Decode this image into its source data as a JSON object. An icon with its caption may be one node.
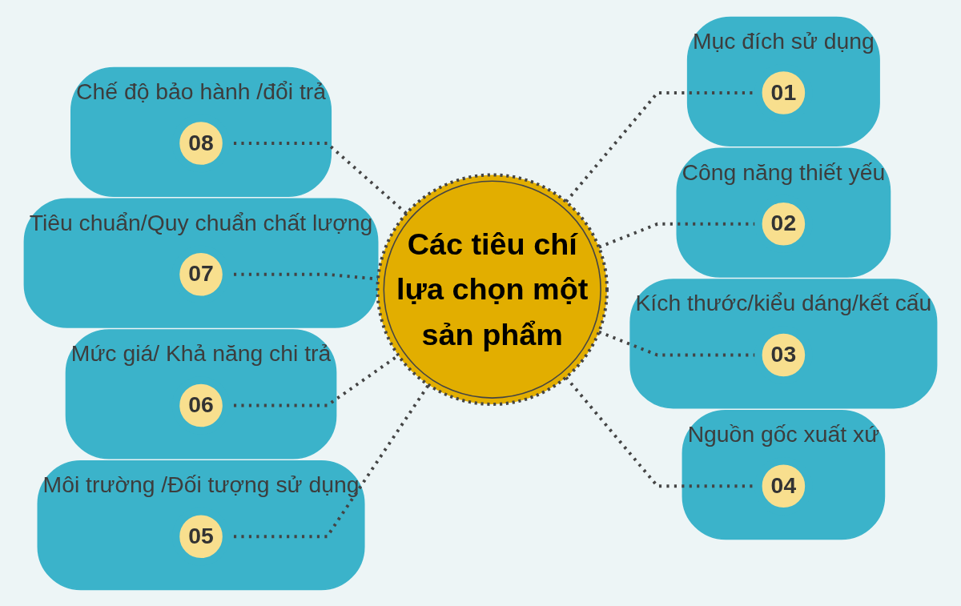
{
  "diagram": {
    "nodes": [
      {
        "text": [
          "Các tiêu chí lựa chọn một sản phẩm"
        ]
      },
      {
        "text": [
          "Mục đích sử dụng"
        ]
      },
      {
        "text": [
          "01"
        ],
        "in": 1
      },
      {
        "text": [
          "Công năng thiết yếu"
        ]
      },
      {
        "text": [
          "02"
        ],
        "in": 3
      },
      {
        "text": [
          "Kích thước/kiểu dáng/kết cấu"
        ]
      },
      {
        "text": [
          "03"
        ],
        "in": 5
      },
      {
        "text": [
          "Nguồn gốc xuất xứ"
        ]
      },
      {
        "text": [
          "04"
        ],
        "in": 7
      },
      {
        "text": [
          "Môi trường /Đối tượng sử dụng"
        ]
      },
      {
        "text": [
          "05"
        ],
        "in": 9
      },
      {
        "text": [
          "Mức giá/ Khả năng chi trả"
        ]
      },
      {
        "text": [
          "06"
        ],
        "in": 11
      },
      {
        "text": [
          "Tiêu chuẩn/Quy chuẩn chất lượng"
        ]
      },
      {
        "text": [
          "07"
        ],
        "in": 13
      },
      {
        "text": [
          "Chế độ bảo hành /đổi trả"
        ]
      },
      {
        "text": [
          "08"
        ],
        "in": 15
      }
    ],
    "edges": [
      {
        "from": 0,
        "to": 2,
        "arrow": "none",
        "style": "dashed"
      },
      {
        "from": 0,
        "to": 4,
        "arrow": "none",
        "style": "dashed"
      },
      {
        "from": 0,
        "to": 6,
        "arrow": "none",
        "style": "dashed"
      },
      {
        "from": 0,
        "to": 8,
        "arrow": "none",
        "style": "dashed"
      },
      {
        "from": 16,
        "to": 0,
        "arrow": "none",
        "style": "dashed"
      },
      {
        "from": 14,
        "to": 0,
        "arrow": "none",
        "style": "dashed"
      },
      {
        "from": 12,
        "to": 0,
        "arrow": "none",
        "style": "dashed"
      },
      {
        "from": 10,
        "to": 0,
        "arrow": "none",
        "style": "dashed"
      }
    ]
  }
}
